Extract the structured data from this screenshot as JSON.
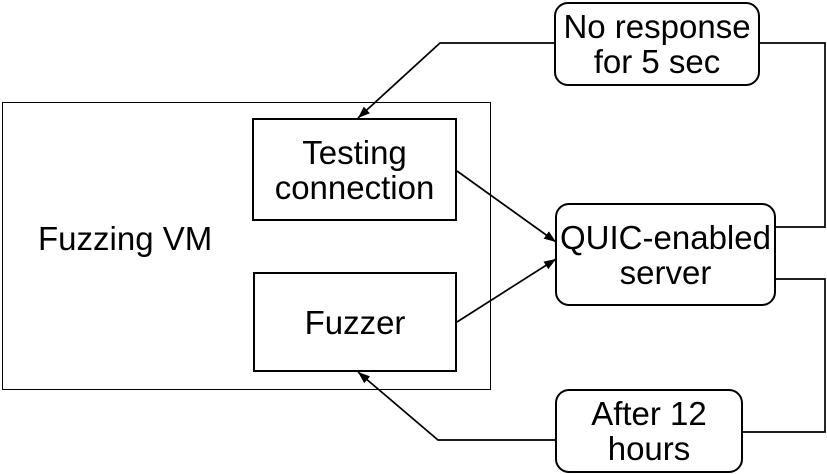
{
  "diagram": {
    "background_color": "#ffffff",
    "line_color": "#000000",
    "nodes": {
      "fuzzing_vm": {
        "label": "Fuzzing VM"
      },
      "testing_connection": {
        "line1": "Testing",
        "line2": "connection"
      },
      "fuzzer": {
        "label": "Fuzzer"
      },
      "quic_server": {
        "line1": "QUIC-enabled",
        "line2": "server"
      },
      "no_response": {
        "line1": "No response",
        "line2": "for 5 sec"
      },
      "after_12_hours": {
        "line1": "After 12",
        "line2": "hours"
      }
    },
    "edges": [
      {
        "from": "testing_connection",
        "to": "quic_server",
        "arrowhead": "at quic_server"
      },
      {
        "from": "fuzzer",
        "to": "quic_server",
        "arrowhead": "at quic_server"
      },
      {
        "from": "quic_server",
        "to": "testing_connection",
        "label_node": "no_response",
        "arrowhead": "at testing_connection"
      },
      {
        "from": "quic_server",
        "to": "fuzzer",
        "label_node": "after_12_hours",
        "arrowhead": "at fuzzer"
      }
    ]
  }
}
